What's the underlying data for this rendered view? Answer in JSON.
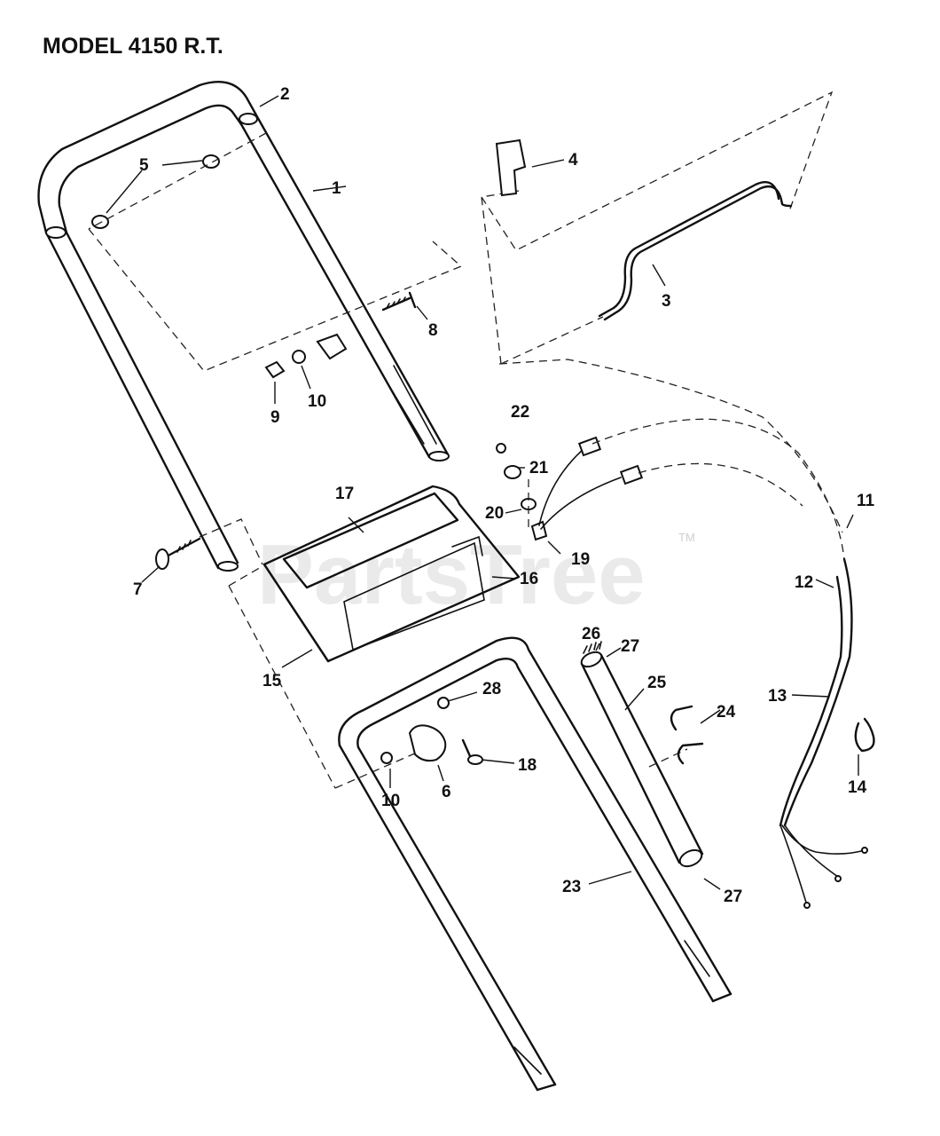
{
  "diagram": {
    "title": "MODEL 4150 R.T.",
    "watermark": "PartsTree",
    "trademark": "TM",
    "callouts": {
      "c1": "1",
      "c2": "2",
      "c3": "3",
      "c4": "4",
      "c5": "5",
      "c6": "6",
      "c7": "7",
      "c8": "8",
      "c9": "9",
      "c10a": "10",
      "c10b": "10",
      "c11": "11",
      "c12": "12",
      "c13": "13",
      "c14": "14",
      "c15": "15",
      "c16": "16",
      "c17": "17",
      "c18": "18",
      "c19": "19",
      "c20": "20",
      "c21": "21",
      "c22": "22",
      "c23": "23",
      "c24": "24",
      "c25": "25",
      "c26": "26",
      "c27a": "27",
      "c27b": "27",
      "c28": "28"
    }
  }
}
